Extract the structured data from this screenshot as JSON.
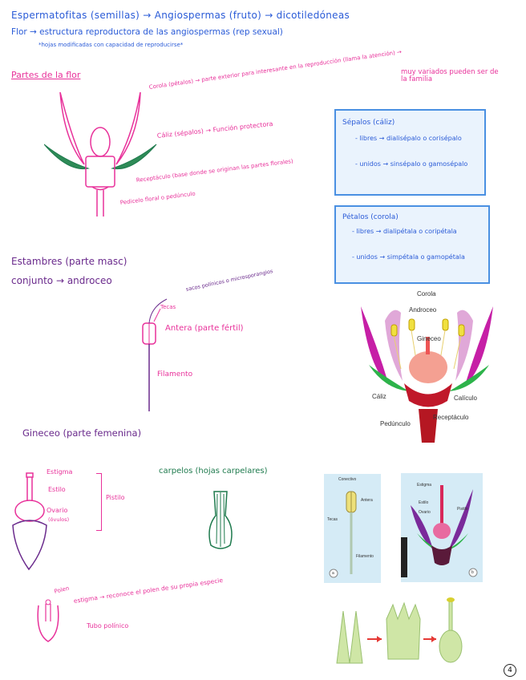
{
  "header": {
    "line1": "Espermatofitas (semillas) → Angiospermas (fruto) → dicotiledóneas",
    "line2": "Flor → estructura reproductora de las angiospermas (rep sexual)",
    "line3": "*hojas modificadas con capacidad de reproducirse*"
  },
  "partes": {
    "title": "Partes de la flor",
    "corola": "Corola (pétalos) → parte exterior para interesante en la reproducción (llama la atención) →",
    "corola_tail": "muy variados pueden ser de la familia",
    "caliz": "Cáliz (sépalos) → Función protectora",
    "receptaculo": "Receptáculo (base donde se originan las partes florales)",
    "pedicelo": "Pedicelo floral o pedúnculo"
  },
  "sepalos_box": {
    "title": "Sépalos (cáliz)",
    "item1": "- libres → dialisépalo o corisépalo",
    "item2": "- unidos → sinsépalo o gamosépalo"
  },
  "petalos_box": {
    "title": "Pétalos (corola)",
    "item1": "- libres → dialipétala o coripétala",
    "item2": "- unidos → simpétala o gamopétala"
  },
  "estambres": {
    "title": "Estambres (parte masc)",
    "conjunto": "conjunto → androceo",
    "sacos": "sacos polínicos o microsporangios",
    "tecas": "Tecas",
    "antera": "Antera (parte fértil)",
    "filamento": "Filamento"
  },
  "flower_photo": {
    "corola": "Corola",
    "androceo": "Androceo",
    "gineceo": "Gineceo",
    "caliz": "Cáliz",
    "calículo": "Calículo",
    "receptaculo": "Receptáculo",
    "pedunculo": "Pedúnculo"
  },
  "gineceo": {
    "title": "Gineceo (parte femenina)",
    "estigma": "Estigma",
    "estilo": "Estilo",
    "ovario": "Ovario",
    "ovario_sub": "(óvulos)",
    "pistilo": "Pistilo",
    "carpelos": "carpelos (hojas carpelares)"
  },
  "stamen_photo": {
    "conectivo": "Conectivo",
    "antera": "Antera",
    "tecas": "Tecas",
    "filamento": "Filamento",
    "a": "a"
  },
  "pistil_photo": {
    "estigma": "Estigma",
    "estilo": "Estilo",
    "ovario": "Ovario",
    "pistilo": "Pistilo",
    "b": "b"
  },
  "polen": {
    "polen": "Polen",
    "estigma": "estigma → reconoce el polen de su propia especie",
    "tubo": "Tubo polínico"
  },
  "page_number": "4",
  "colors": {
    "blue": "#2a5bd7",
    "pink": "#e8319a",
    "purple": "#6a2a8c",
    "green": "#1e7a4d"
  }
}
